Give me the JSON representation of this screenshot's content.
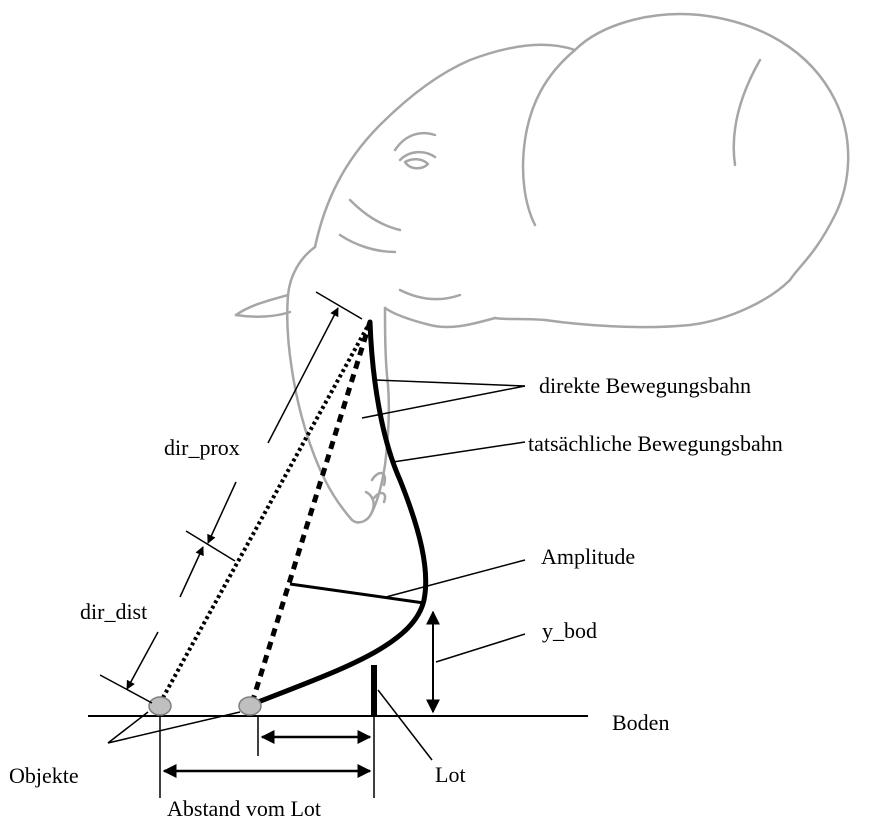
{
  "labels": {
    "direct_path": "direkte Bewegungsbahn",
    "actual_path": "tatsächliche Bewegungsbahn",
    "dir_prox": "dir_prox",
    "dir_dist": "dir_dist",
    "amplitude": "Amplitude",
    "y_bod": "y_bod",
    "ground": "Boden",
    "objects": "Objekte",
    "plumb_line": "Lot",
    "distance_from_plumb": "Abstand vom Lot"
  },
  "colors": {
    "ink": "#000000",
    "elephant_outline": "#a6a6a6",
    "object_fill": "#bfbfbf"
  },
  "icons": {
    "elephant": "elephant-head-outline"
  }
}
